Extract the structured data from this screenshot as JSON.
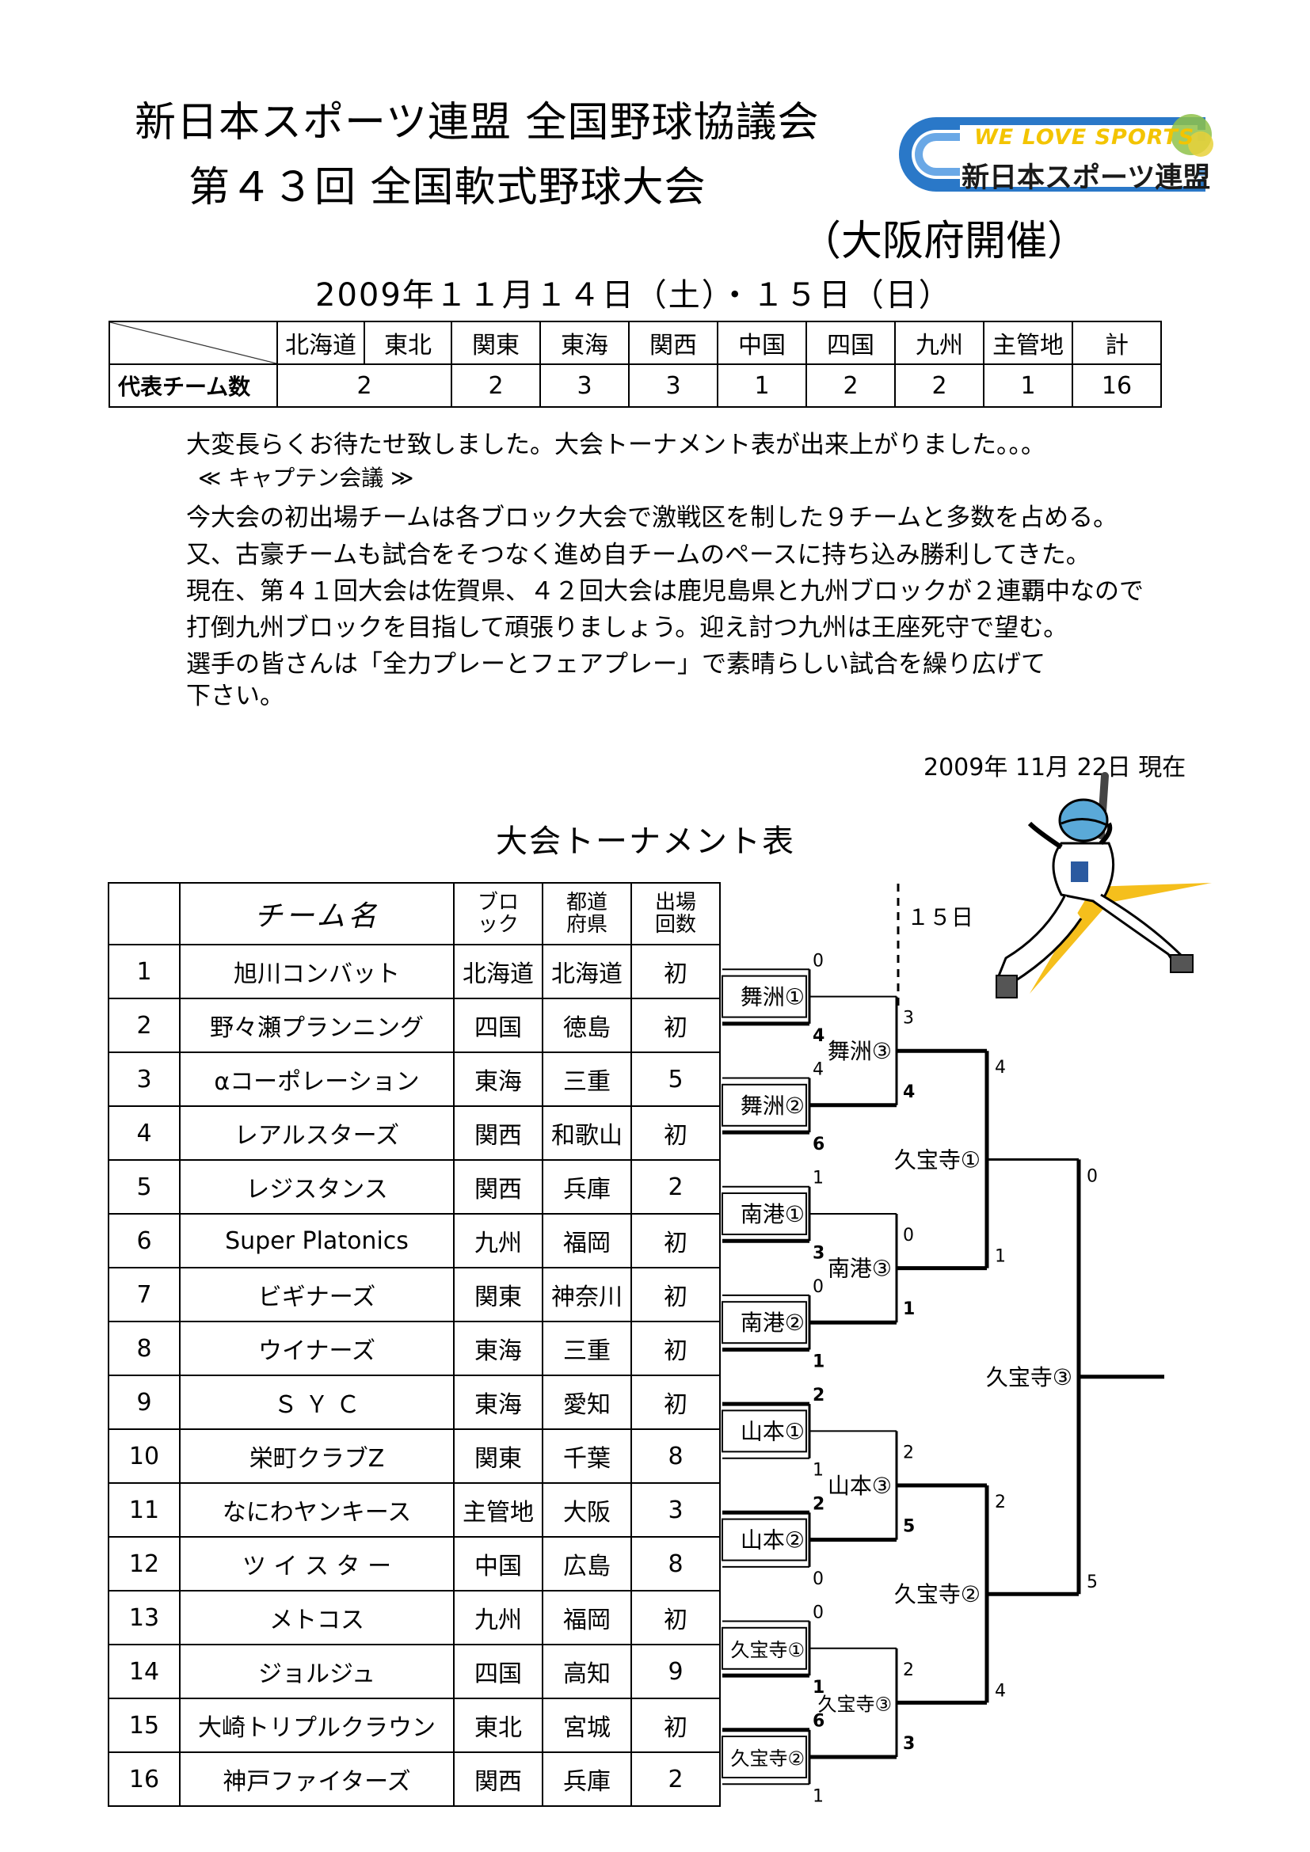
{
  "header": {
    "org": "新日本スポーツ連盟 全国野球協議会",
    "event": "第４３回 全国軟式野球大会",
    "host": "（大阪府開催）",
    "dates": "2009年１１月１４日（土）・１５日（日）"
  },
  "logo": {
    "line1": "WE LOVE SPORTS",
    "line2": "新日本スポーツ連盟"
  },
  "representatives": {
    "regions": [
      "北海道",
      "東北",
      "関東",
      "東海",
      "関西",
      "中国",
      "四国",
      "九州",
      "主管地",
      "計"
    ],
    "row_label": "代表チーム数",
    "counts": [
      "2",
      "2",
      "3",
      "3",
      "1",
      "2",
      "2",
      "1",
      "16"
    ]
  },
  "message": {
    "line1": "大変長らくお待たせ致しました。大会トーナメント表が出来上がりました。。。",
    "meeting": "≪ キャプテン会議 ≫",
    "lines": [
      "今大会の初出場チームは各ブロック大会で激戦区を制した９チームと多数を占める。",
      "又、古豪チームも試合をそつなく進め自チームのペースに持ち込み勝利してきた。",
      "現在、第４１回大会は佐賀県、４２回大会は鹿児島県と九州ブロックが２連覇中なので",
      "打倒九州ブロックを目指して頑張りましょう。迎え討つ九州は王座死守で望む。",
      "選手の皆さんは「全力プレーとフェアプレー」で素晴らしい試合を繰り広げて",
      "下さい。"
    ]
  },
  "as_of": "2009年 11月 22日 現在",
  "bracket_title": "大会トーナメント表",
  "team_table": {
    "headers": {
      "team": "チーム名",
      "block_1": "ブロ",
      "block_2": "ック",
      "pref_1": "都道",
      "pref_2": "府県",
      "times_1": "出場",
      "times_2": "回数"
    },
    "rows": [
      {
        "no": "1",
        "name": "旭川コンバット",
        "block": "北海道",
        "pref": "北海道",
        "times": "初"
      },
      {
        "no": "2",
        "name": "野々瀬プランニング",
        "block": "四国",
        "pref": "徳島",
        "times": "初"
      },
      {
        "no": "3",
        "name": "αコーポレーション",
        "block": "東海",
        "pref": "三重",
        "times": "5"
      },
      {
        "no": "4",
        "name": "レアルスターズ",
        "block": "関西",
        "pref": "和歌山",
        "times": "初"
      },
      {
        "no": "5",
        "name": "レジスタンス",
        "block": "関西",
        "pref": "兵庫",
        "times": "2"
      },
      {
        "no": "6",
        "name": "Super Platonics",
        "block": "九州",
        "pref": "福岡",
        "times": "初"
      },
      {
        "no": "7",
        "name": "ビギナーズ",
        "block": "関東",
        "pref": "神奈川",
        "times": "初"
      },
      {
        "no": "8",
        "name": "ウイナーズ",
        "block": "東海",
        "pref": "三重",
        "times": "初"
      },
      {
        "no": "9",
        "name": "Ｓ Ｙ Ｃ",
        "block": "東海",
        "pref": "愛知",
        "times": "初"
      },
      {
        "no": "10",
        "name": "栄町クラブZ",
        "block": "関東",
        "pref": "千葉",
        "times": "8"
      },
      {
        "no": "11",
        "name": "なにわヤンキース",
        "block": "主管地",
        "pref": "大阪",
        "times": "3"
      },
      {
        "no": "12",
        "name": "ツ イ ス タ ー",
        "block": "中国",
        "pref": "広島",
        "times": "8"
      },
      {
        "no": "13",
        "name": "メトコス",
        "block": "九州",
        "pref": "福岡",
        "times": "初"
      },
      {
        "no": "14",
        "name": "ジョルジュ",
        "block": "四国",
        "pref": "高知",
        "times": "9"
      },
      {
        "no": "15",
        "name": "大崎トリプルクラウン",
        "block": "東北",
        "pref": "宮城",
        "times": "初"
      },
      {
        "no": "16",
        "name": "神戸ファイターズ",
        "block": "関西",
        "pref": "兵庫",
        "times": "2"
      }
    ]
  },
  "bracket": {
    "day2_label": "１５日",
    "r1": [
      {
        "label": "舞洲①",
        "top": "0",
        "bottom": "4"
      },
      {
        "label": "舞洲②",
        "top": "4",
        "bottom": "6"
      },
      {
        "label": "南港①",
        "top": "1",
        "bottom": "3"
      },
      {
        "label": "南港②",
        "top": "0",
        "bottom": "1"
      },
      {
        "label": "山本①",
        "top": "2",
        "bottom": "1"
      },
      {
        "label": "山本②",
        "top": "2",
        "bottom": "0"
      },
      {
        "label": "久宝寺①",
        "top": "0",
        "bottom": "1"
      },
      {
        "label": "久宝寺②",
        "top": "6",
        "bottom": "1"
      }
    ],
    "r2": [
      {
        "label": "舞洲③",
        "top": "3",
        "bottom": "4"
      },
      {
        "label": "南港③",
        "top": "0",
        "bottom": "1"
      },
      {
        "label": "山本③",
        "top": "2",
        "bottom": "5"
      },
      {
        "label": "久宝寺③",
        "top": "2",
        "bottom": "3"
      }
    ],
    "r3": [
      {
        "label": "久宝寺①",
        "top": "4",
        "bottom": "1"
      },
      {
        "label": "久宝寺②",
        "top": "2",
        "bottom": "4"
      }
    ],
    "final": {
      "label": "久宝寺③",
      "top": "0",
      "bottom": "5"
    }
  }
}
